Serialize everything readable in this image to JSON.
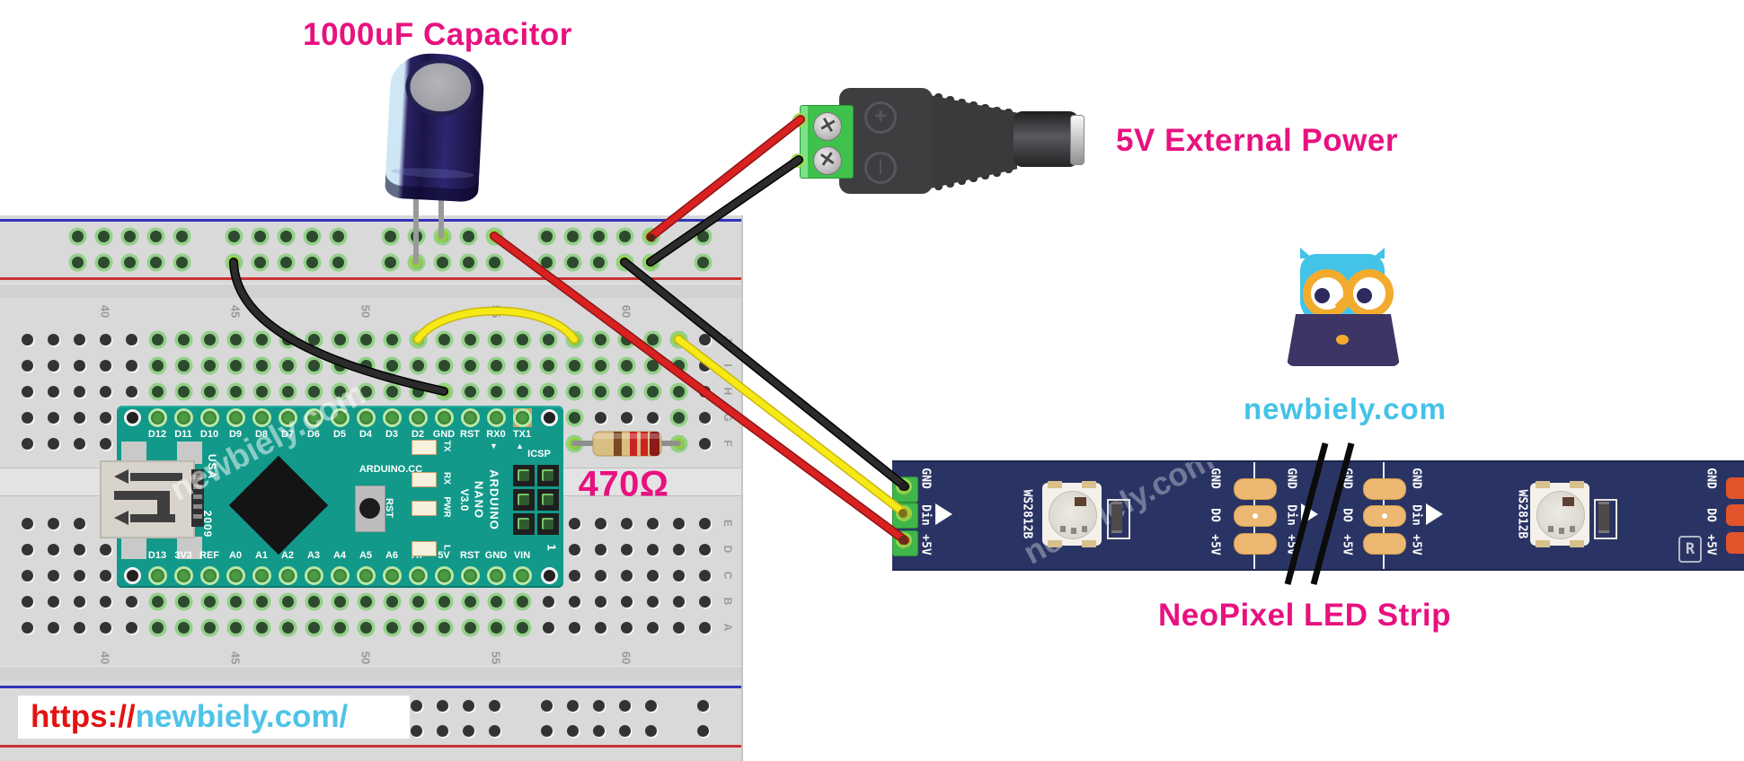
{
  "labels": {
    "capacitor": "1000uF Capacitor",
    "power": "5V External Power",
    "resistor": "470Ω",
    "strip": "NeoPixel LED Strip"
  },
  "url_bar": {
    "protocol": "https://",
    "site": "newbiely.com/"
  },
  "watermark": "newbiely.com",
  "logo": {
    "site": "newbiely.com"
  },
  "colors": {
    "accent_pink": "#e8117f",
    "url_red": "#e31212",
    "brand_cyan": "#4fc3e8",
    "nano_teal": "#12998a",
    "strip_navy": "#2a3464",
    "breadboard_gray": "#d9d9d9",
    "wire_red": "#d92121",
    "wire_black": "#2b2b2b",
    "wire_yellow": "#f6e915"
  },
  "breadboard": {
    "column_numbers": [
      "40",
      "45",
      "50",
      "55",
      "60"
    ],
    "row_letters_top": [
      "J",
      "I",
      "H",
      "G",
      "F"
    ],
    "row_letters_bottom": [
      "E",
      "D",
      "C",
      "B",
      "A"
    ]
  },
  "arduino": {
    "top_pins": [
      "D12",
      "D11",
      "D10",
      "D9",
      "D8",
      "D7",
      "D6",
      "D5",
      "D4",
      "D3",
      "D2",
      "GND",
      "RST",
      "RX0",
      "TX1"
    ],
    "bottom_pins": [
      "D13",
      "3V3",
      "REF",
      "A0",
      "A1",
      "A2",
      "A3",
      "A4",
      "A5",
      "A6",
      "A7",
      "5V",
      "RST",
      "GND",
      "VIN"
    ],
    "brand": "ARDUINO.CC",
    "model_lines": [
      "V3.0",
      "NANO",
      "ARDUINO"
    ],
    "icsp": "ICSP",
    "reset": "RST",
    "leds": [
      "TX",
      "RX",
      "PWR",
      "L"
    ],
    "usa": "USA",
    "year": "2009",
    "pin1": "1",
    "rx_mark": "▼",
    "tx_mark": "▲"
  },
  "strip": {
    "chip": "WS2812B",
    "pad_labels_in": [
      "GND",
      "Din",
      "+5V"
    ],
    "pad_labels_out": [
      "GND",
      "DO",
      "+5V"
    ],
    "reg": "R"
  },
  "jack": {
    "plus": "+",
    "minus": "❘"
  }
}
